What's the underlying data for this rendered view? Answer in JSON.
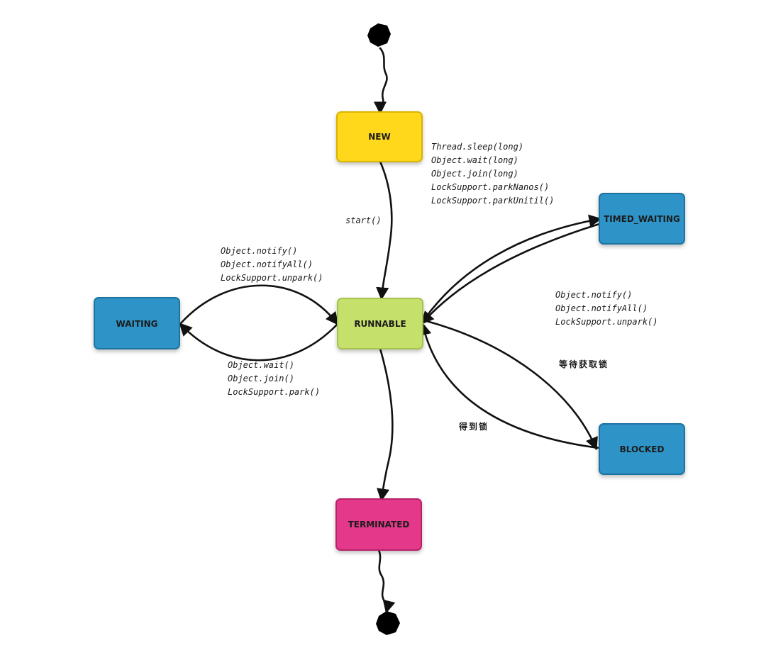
{
  "states": {
    "new": {
      "label": "NEW",
      "color": "#FFD81E"
    },
    "runnable": {
      "label": "RUNNABLE",
      "color": "#C6E06C"
    },
    "waiting": {
      "label": "WAITING",
      "color": "#2E94C8"
    },
    "timed_waiting": {
      "label": "TIMED_WAITING",
      "color": "#2E94C8"
    },
    "blocked": {
      "label": "BLOCKED",
      "color": "#2E94C8"
    },
    "terminated": {
      "label": "TERMINATED",
      "color": "#E4398A"
    }
  },
  "edge_labels": {
    "start": "start()",
    "to_timed_waiting": [
      "Thread.sleep(long)",
      "Object.wait(long)",
      "Object.join(long)",
      "LockSupport.parkNanos()",
      "LockSupport.parkUnitil()"
    ],
    "from_waiting": [
      "Object.notify()",
      "Object.notifyAll()",
      "LockSupport.unpark()"
    ],
    "to_waiting": [
      "Object.wait()",
      "Object.join()",
      "LockSupport.park()"
    ],
    "from_timed_waiting": [
      "Object.notify()",
      "Object.notifyAll()",
      "LockSupport.unpark()"
    ],
    "to_blocked": "等待获取锁",
    "from_blocked": "得到锁"
  }
}
